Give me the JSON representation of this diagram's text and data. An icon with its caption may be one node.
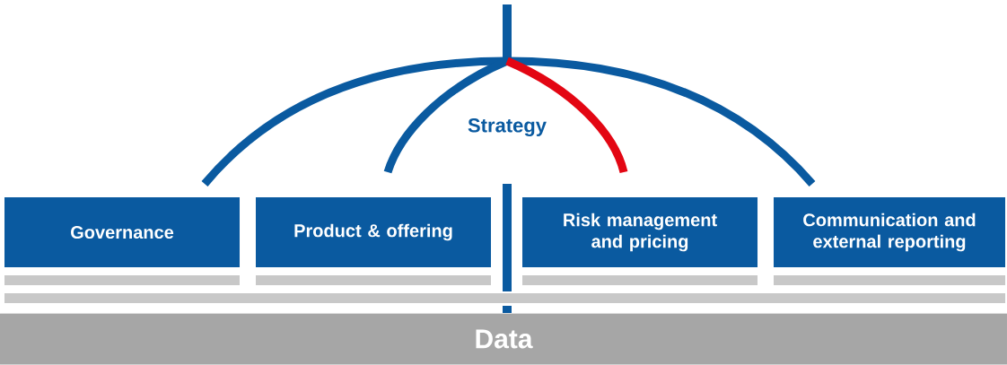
{
  "diagram": {
    "nodes": [
      {
        "text": [
          "Strategy"
        ]
      },
      {
        "text": [
          "Governance"
        ]
      },
      {
        "text": [
          "Product & offering"
        ]
      },
      {
        "text": [
          "Risk management and pricing"
        ]
      },
      {
        "text": [
          "Communication and external reporting"
        ]
      },
      {
        "text": [
          "Data"
        ]
      }
    ]
  }
}
